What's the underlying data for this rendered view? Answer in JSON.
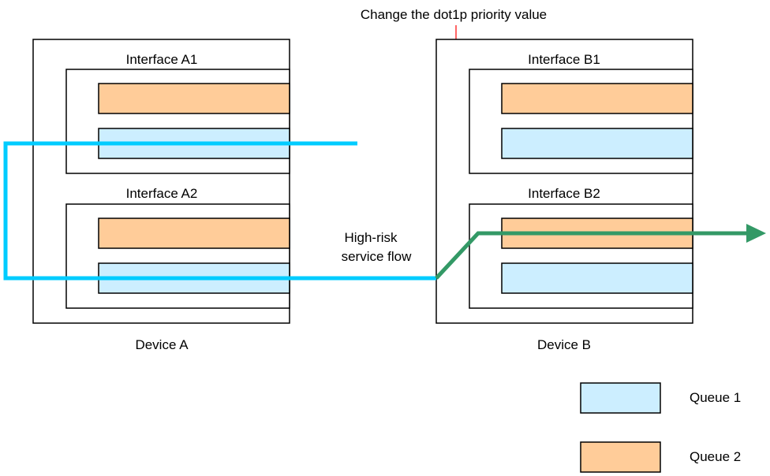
{
  "annotation": "Change the dot1p priority value",
  "flow_label": {
    "line1": "High-risk",
    "line2": "service flow"
  },
  "devices": [
    {
      "label": "Device A",
      "interfaces": [
        "Interface A1",
        "Interface A2"
      ]
    },
    {
      "label": "Device B",
      "interfaces": [
        "Interface B1",
        "Interface B2"
      ]
    }
  ],
  "legend": [
    {
      "label": "Queue 1",
      "color": "#cceeff"
    },
    {
      "label": "Queue 2",
      "color": "#ffcc99"
    }
  ],
  "colors": {
    "queue1": "#cceeff",
    "queue2": "#ffcc99",
    "flow_before": "#00ccff",
    "flow_after": "#339966",
    "annotation_arrow": "#ff0000"
  }
}
